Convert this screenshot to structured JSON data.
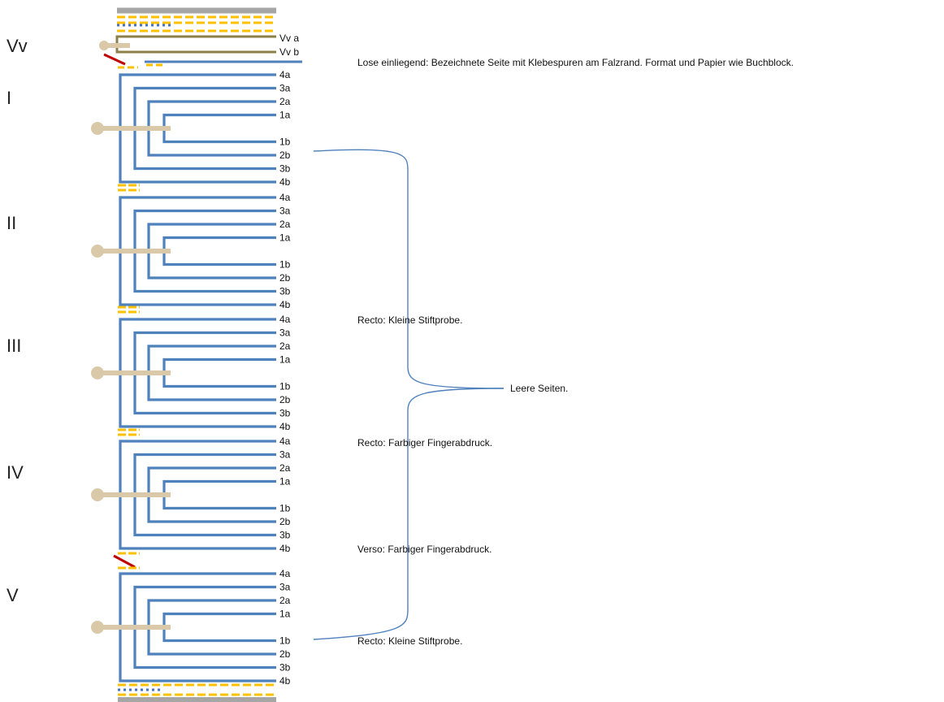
{
  "colors": {
    "leaf": "#4f81bd",
    "thread": "#d9c9a8",
    "glue": "#ffc000",
    "cover": "#a6a6a6",
    "vorsatz": "#8c7f4a",
    "cut": "#c00000",
    "dotted": "#4472c4",
    "brace": "#4f81bd"
  },
  "vorsatz": {
    "label": "Vv",
    "leaf_a": "Vv a",
    "leaf_b": "Vv b"
  },
  "quires": [
    {
      "label": "I",
      "pages": [
        "4a",
        "3a",
        "2a",
        "1a",
        "1b",
        "2b",
        "3b",
        "4b"
      ]
    },
    {
      "label": "II",
      "pages": [
        "4a",
        "3a",
        "2a",
        "1a",
        "1b",
        "2b",
        "3b",
        "4b"
      ]
    },
    {
      "label": "III",
      "pages": [
        "4a",
        "3a",
        "2a",
        "1a",
        "1b",
        "2b",
        "3b",
        "4b"
      ]
    },
    {
      "label": "IV",
      "pages": [
        "4a",
        "3a",
        "2a",
        "1a",
        "1b",
        "2b",
        "3b",
        "4b"
      ]
    },
    {
      "label": "V",
      "pages": [
        "4a",
        "3a",
        "2a",
        "1a",
        "1b",
        "2b",
        "3b",
        "4b"
      ]
    }
  ],
  "notes": {
    "loose": "Lose einliegend: Bezeichnete Seite mit Klebespuren am Falzrand. Format und Papier wie Buchblock.",
    "q3_4a": "Recto: Kleine Stiftprobe.",
    "blank": "Leere Seiten.",
    "q4_4a": "Recto: Farbiger Fingerabdruck.",
    "q4_4b": "Verso: Farbiger Fingerabdruck.",
    "q5_1b": "Recto: Kleine Stiftprobe."
  }
}
